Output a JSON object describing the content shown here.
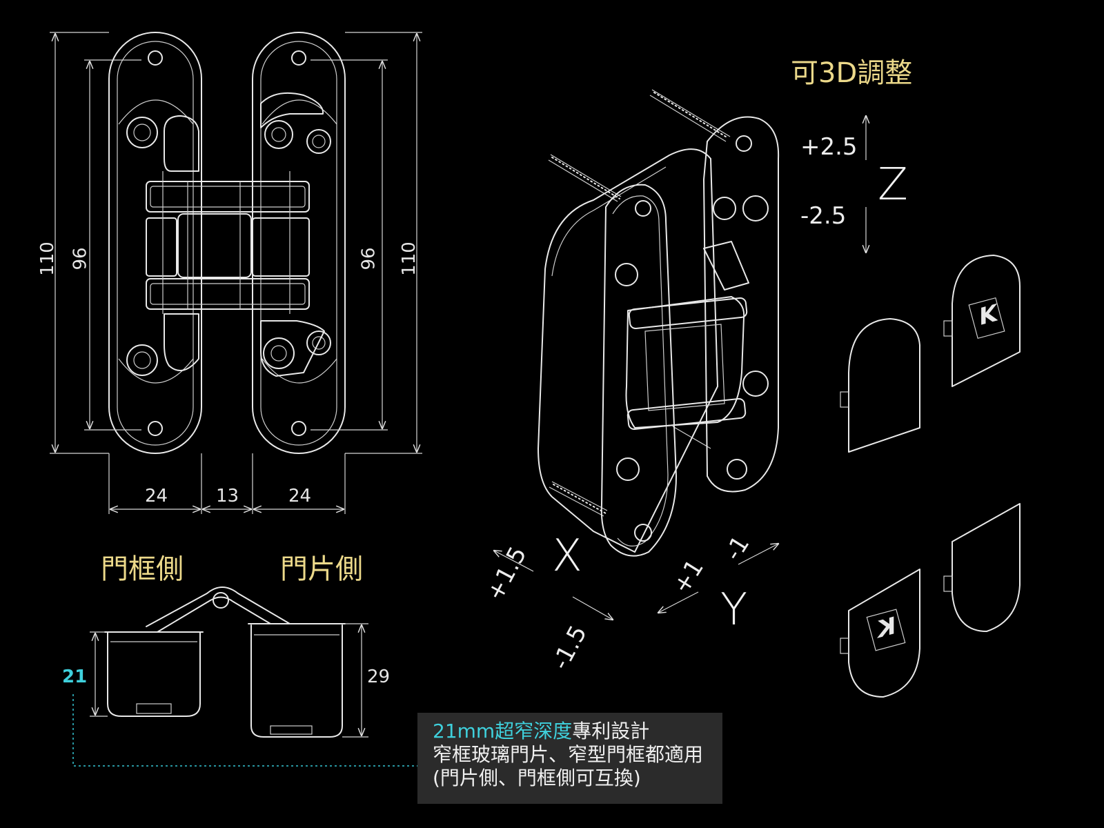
{
  "front_view": {
    "height_outer": "110",
    "height_inner": "96",
    "width_left": "24",
    "width_middle": "13",
    "width_right": "24"
  },
  "top_view": {
    "label_frame_side": "門框側",
    "label_door_side": "門片側",
    "depth_narrow": "21",
    "depth_wide": "29"
  },
  "adjust": {
    "title": "可3D調整",
    "z": {
      "label": "Z",
      "plus": "+2.5",
      "minus": "-2.5"
    },
    "x": {
      "label": "X",
      "plus": "+1.5",
      "minus": "-1.5"
    },
    "y": {
      "label": "Y",
      "plus": "+1",
      "minus": "-1"
    }
  },
  "caps": {
    "logo": "K"
  },
  "note": {
    "highlight": "21mm超窄深度",
    "line1_rest": "專利設計",
    "line2": "窄框玻璃門片、窄型門框都適用",
    "line3": "(門片側、門框側可互換)"
  },
  "colors": {
    "background": "#000000",
    "line": "#e9e9e9",
    "yellow_text": "#ecd98a",
    "cyan_accent": "#3fd0dc",
    "note_box": "#2b2b2b"
  }
}
